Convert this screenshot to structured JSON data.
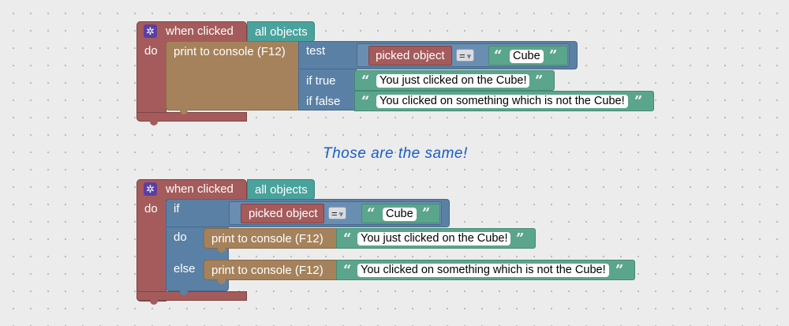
{
  "event": {
    "gear_icon": "✲",
    "when_clicked": "when clicked",
    "target": "all objects",
    "do": "do"
  },
  "ternary": {
    "test": "test",
    "if_true": "if true",
    "if_false": "if false"
  },
  "ifelse": {
    "if": "if",
    "do": "do",
    "else": "else"
  },
  "print": {
    "label": "print to console (F12)"
  },
  "compare": {
    "picked": "picked object",
    "op": "=",
    "op_arrow": "▾",
    "value": "Cube"
  },
  "strings": {
    "true_msg": "You just clicked on the Cube!",
    "false_msg": "You clicked on something which is not the Cube!"
  },
  "quotes": {
    "open": "“",
    "close": "”"
  },
  "note": "Those are the same!",
  "colors": {
    "event": "#a55b5b",
    "object": "#4aa29c",
    "control": "#5b80a5",
    "print": "#a5825b",
    "string": "#5ba58c",
    "note": "#1a5cc9"
  }
}
